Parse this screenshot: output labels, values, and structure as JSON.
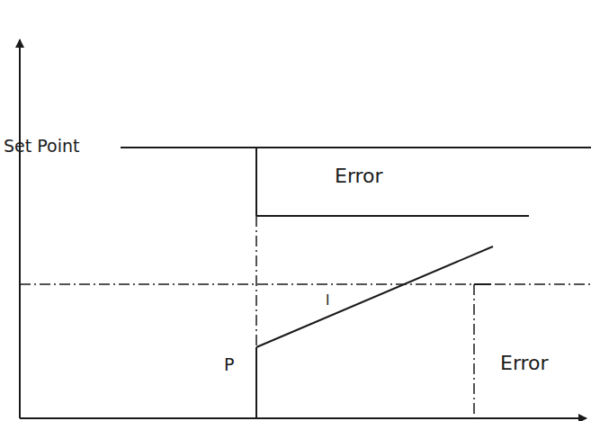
{
  "diagram": {
    "labels": [
      "Set Point",
      "Error",
      "I",
      "P",
      "Error"
    ]
  }
}
